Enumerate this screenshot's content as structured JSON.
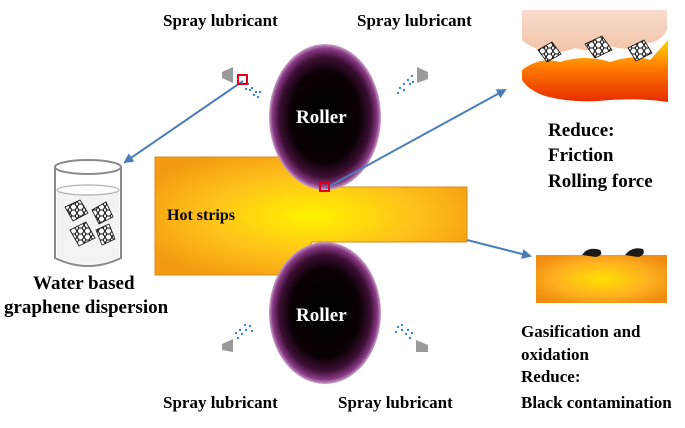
{
  "labels": {
    "spray_top_left": "Spray lubricant",
    "spray_top_right": "Spray lubricant",
    "spray_bottom_left": "Spray lubricant",
    "spray_bottom_right": "Spray lubricant",
    "roller_top": "Roller",
    "roller_bottom": "Roller",
    "hot_strips": "Hot strips",
    "beaker_line1": "Water based",
    "beaker_line2": "graphene dispersion",
    "reduce_title": "Reduce:",
    "reduce_item1": "Friction",
    "reduce_item2": "Rolling force",
    "gas_line1": "Gasification and",
    "gas_line2": "oxidation",
    "gas_line3": "Reduce:",
    "gas_line4": "Black contamination"
  },
  "colors": {
    "arrow": "#4a7ebb",
    "marker": "#e0001b",
    "roller_core": "#000000",
    "roller_edge": "#8a3a86",
    "hot_center": "#ffef00",
    "hot_edge": "#f59a10"
  }
}
